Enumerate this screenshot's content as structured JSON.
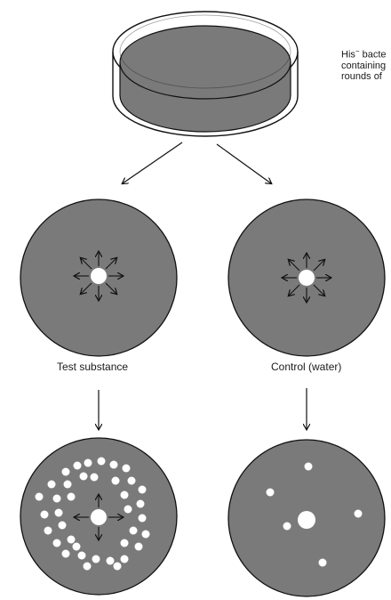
{
  "note": {
    "line1_prefix": "His",
    "line1_superscript": "−",
    "line1_suffix": " bacte",
    "line2": "containing",
    "line3": "rounds of"
  },
  "captions": {
    "test": "Test substance",
    "control": "Control (water)"
  },
  "colors": {
    "plate": "#7a7a7a",
    "outline": "#111111",
    "disc": "#ffffff",
    "background": "#ffffff"
  }
}
